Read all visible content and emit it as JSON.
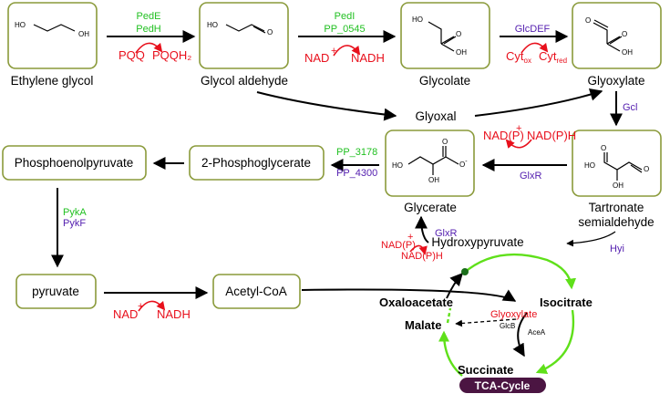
{
  "compounds": {
    "ethylene_glycol": "Ethylene glycol",
    "glycol_aldehyde": "Glycol aldehyde",
    "glycolate": "Glycolate",
    "glyoxylate": "Glyoxylate",
    "glyoxal": "Glyoxal",
    "tartronate_line1": "Tartronate",
    "tartronate_line2": "semialdehyde",
    "glycerate": "Glycerate",
    "two_phosphoglycerate": "2-Phosphoglycerate",
    "phosphoenolpyruvate": "Phosphoenolpyruvate",
    "pyruvate": "pyruvate",
    "acetyl_coa": "Acetyl-CoA",
    "hydroxypyruvate": "Hydroxypyruvate"
  },
  "enzymes": {
    "pede": "PedE",
    "pedh": "PedH",
    "pedi": "PedI",
    "pp_0545": "PP_0545",
    "glcdef": "GlcDEF",
    "gcl": "Gcl",
    "glxr_1": "GlxR",
    "glxr_2": "GlxR",
    "pp_3178": "PP_3178",
    "pp_4300": "PP_4300",
    "pyka": "PykA",
    "pykf": "PykF",
    "hyi": "Hyi",
    "glcb": "GlcB",
    "acea": "AceA"
  },
  "cofactors": {
    "pqq": "PQQ",
    "pqqh2": "PQQH₂",
    "nad_1": "NAD",
    "nadh_1": "NADH",
    "cyt_ox": "Cyt",
    "cyt_ox_sub": "ox",
    "cyt_red": "Cyt",
    "cyt_red_sub": "red",
    "nadp_1": "NAD(P)",
    "nadph_1": "NAD(P)H",
    "nadp_2": "NAD(P)",
    "nadph_2": "NAD(P)H",
    "nad_2": "NAD",
    "nadh_2": "NADH",
    "plus": "+"
  },
  "tca": {
    "oxaloacetate": "Oxaloacetate",
    "isocitrate": "Isocitrate",
    "malate": "Malate",
    "succinate": "Succinate",
    "glyoxylate_small": "Glyoxylate",
    "cycle_label": "TCA-Cycle"
  },
  "structures": {
    "ho": "HO",
    "oh": "OH",
    "o": "O",
    "o_minus": "O",
    "minus": "-"
  },
  "colors": {
    "box_stroke": "#8a9a3a",
    "green": "#22c022",
    "purple": "#5520b0",
    "red": "#e8101c",
    "tca_fill": "#4b1542",
    "cycle_green": "#5fe01a"
  }
}
